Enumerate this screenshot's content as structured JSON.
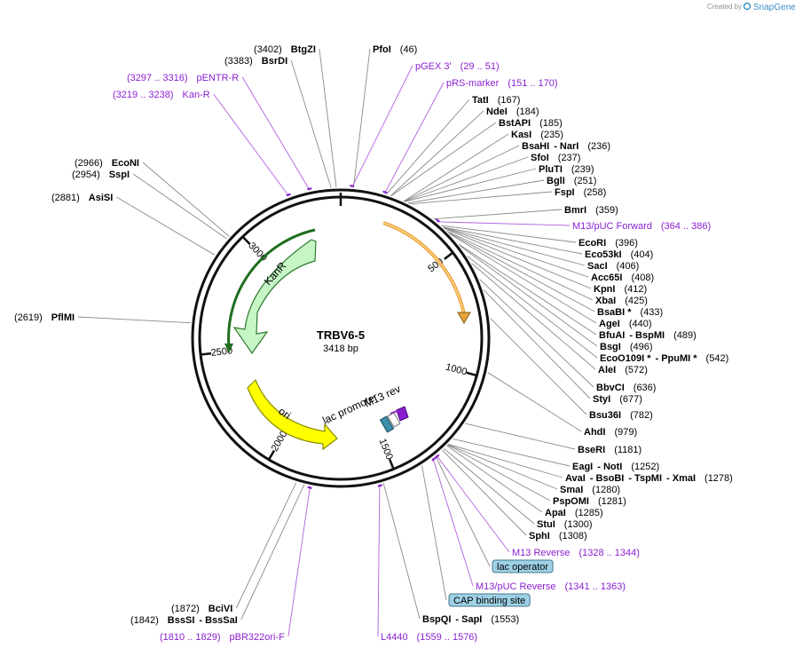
{
  "brand": {
    "created_by": "Created by",
    "name": "SnapGene"
  },
  "plasmid": {
    "name": "TRBV6-5",
    "size_label": "3418 bp",
    "length": 3418
  },
  "ticks": [
    {
      "pos": 500,
      "label": "500"
    },
    {
      "pos": 1000,
      "label": "1000"
    },
    {
      "pos": 1500,
      "label": "1500"
    },
    {
      "pos": 2000,
      "label": "2000"
    },
    {
      "pos": 2500,
      "label": "2500"
    },
    {
      "pos": 3000,
      "label": "3000"
    }
  ],
  "features": [
    {
      "name": "KanR",
      "color": "#c6f5c6",
      "stroke": "#2f7a2f"
    },
    {
      "name": "ori",
      "color": "#ffff00",
      "stroke": "#8a8a00"
    },
    {
      "name": "lac promoter",
      "color": "#3b8fa8"
    },
    {
      "name": "M13 rev",
      "color": "#8a1fd0"
    }
  ],
  "labels": [
    {
      "site": 3402,
      "parts": [
        {
          "t": "(3402)",
          "b": false
        },
        {
          "t": "BtgZI",
          "b": true
        }
      ]
    },
    {
      "site": 3383,
      "parts": [
        {
          "t": "(3383)",
          "b": false
        },
        {
          "t": "BsrDI",
          "b": true
        }
      ]
    },
    {
      "site": 46,
      "parts": [
        {
          "t": "PfoI",
          "b": true
        },
        {
          "t": "(46)",
          "b": false
        }
      ]
    },
    {
      "site": 40,
      "feature": true,
      "parts": [
        {
          "t": "pGEX 3'",
          "b": false
        },
        {
          "t": "(29 .. 51)",
          "b": false
        }
      ]
    },
    {
      "site": 160,
      "feature": true,
      "parts": [
        {
          "t": "pRS-marker",
          "b": false
        },
        {
          "t": "(151 .. 170)",
          "b": false
        }
      ]
    },
    {
      "site": 3306,
      "feature": true,
      "parts": [
        {
          "t": "(3297 .. 3316)",
          "b": false
        },
        {
          "t": "pENTR-R",
          "b": false
        }
      ]
    },
    {
      "site": 3228,
      "feature": true,
      "parts": [
        {
          "t": "(3219 .. 3238)",
          "b": false
        },
        {
          "t": "Kan-R",
          "b": false
        }
      ]
    },
    {
      "site": 167,
      "parts": [
        {
          "t": "TatI",
          "b": true
        },
        {
          "t": "(167)",
          "b": false
        }
      ]
    },
    {
      "site": 184,
      "parts": [
        {
          "t": "NdeI",
          "b": true
        },
        {
          "t": "(184)",
          "b": false
        }
      ]
    },
    {
      "site": 185,
      "parts": [
        {
          "t": "BstAPI",
          "b": true
        },
        {
          "t": "(185)",
          "b": false
        }
      ]
    },
    {
      "site": 235,
      "parts": [
        {
          "t": "KasI",
          "b": true
        },
        {
          "t": "(235)",
          "b": false
        }
      ]
    },
    {
      "site": 236,
      "parts": [
        {
          "t": "BsaHI",
          "b": true
        },
        {
          "t": "- NarI",
          "b": true
        },
        {
          "t": "(236)",
          "b": false
        }
      ]
    },
    {
      "site": 237,
      "parts": [
        {
          "t": "SfoI",
          "b": true
        },
        {
          "t": "(237)",
          "b": false
        }
      ]
    },
    {
      "site": 239,
      "parts": [
        {
          "t": "PluTI",
          "b": true
        },
        {
          "t": "(239)",
          "b": false
        }
      ]
    },
    {
      "site": 251,
      "parts": [
        {
          "t": "BglI",
          "b": true
        },
        {
          "t": "(251)",
          "b": false
        }
      ]
    },
    {
      "site": 258,
      "parts": [
        {
          "t": "FspI",
          "b": true
        },
        {
          "t": "(258)",
          "b": false
        }
      ]
    },
    {
      "site": 2966,
      "parts": [
        {
          "t": "(2966)",
          "b": false
        },
        {
          "t": "EcoNI",
          "b": true
        }
      ]
    },
    {
      "site": 2954,
      "parts": [
        {
          "t": "(2954)",
          "b": false
        },
        {
          "t": "SspI",
          "b": true
        }
      ]
    },
    {
      "site": 2881,
      "parts": [
        {
          "t": "(2881)",
          "b": false
        },
        {
          "t": "AsiSI",
          "b": true
        }
      ]
    },
    {
      "site": 359,
      "parts": [
        {
          "t": "BmrI",
          "b": true
        },
        {
          "t": "(359)",
          "b": false
        }
      ]
    },
    {
      "site": 375,
      "feature": true,
      "parts": [
        {
          "t": "M13/pUC Forward",
          "b": false
        },
        {
          "t": "(364 .. 386)",
          "b": false
        }
      ]
    },
    {
      "site": 396,
      "parts": [
        {
          "t": "EcoRI",
          "b": true
        },
        {
          "t": "(396)",
          "b": false
        }
      ]
    },
    {
      "site": 404,
      "parts": [
        {
          "t": "Eco53kI",
          "b": true
        },
        {
          "t": "(404)",
          "b": false
        }
      ]
    },
    {
      "site": 406,
      "parts": [
        {
          "t": "SacI",
          "b": true
        },
        {
          "t": "(406)",
          "b": false
        }
      ]
    },
    {
      "site": 408,
      "parts": [
        {
          "t": "Acc65I",
          "b": true
        },
        {
          "t": "(408)",
          "b": false
        }
      ]
    },
    {
      "site": 412,
      "parts": [
        {
          "t": "KpnI",
          "b": true
        },
        {
          "t": "(412)",
          "b": false
        }
      ]
    },
    {
      "site": 425,
      "parts": [
        {
          "t": "XbaI",
          "b": true
        },
        {
          "t": "(425)",
          "b": false
        }
      ]
    },
    {
      "site": 433,
      "parts": [
        {
          "t": "BsaBI *",
          "b": true
        },
        {
          "t": "(433)",
          "b": false
        }
      ]
    },
    {
      "site": 440,
      "parts": [
        {
          "t": "AgeI",
          "b": true
        },
        {
          "t": "(440)",
          "b": false
        }
      ]
    },
    {
      "site": 489,
      "parts": [
        {
          "t": "BfuAI",
          "b": true
        },
        {
          "t": "- BspMI",
          "b": true
        },
        {
          "t": "(489)",
          "b": false
        }
      ]
    },
    {
      "site": 496,
      "parts": [
        {
          "t": "BsgI",
          "b": true
        },
        {
          "t": "(496)",
          "b": false
        }
      ]
    },
    {
      "site": 542,
      "parts": [
        {
          "t": "EcoO109I *",
          "b": true
        },
        {
          "t": "- PpuMI *",
          "b": true
        },
        {
          "t": "(542)",
          "b": false
        }
      ]
    },
    {
      "site": 572,
      "parts": [
        {
          "t": "AleI",
          "b": true
        },
        {
          "t": "(572)",
          "b": false
        }
      ]
    },
    {
      "site": 2619,
      "parts": [
        {
          "t": "(2619)",
          "b": false
        },
        {
          "t": "PflMI",
          "b": true
        }
      ]
    },
    {
      "site": 636,
      "parts": [
        {
          "t": "BbvCI",
          "b": true
        },
        {
          "t": "(636)",
          "b": false
        }
      ]
    },
    {
      "site": 677,
      "parts": [
        {
          "t": "StyI",
          "b": true
        },
        {
          "t": "(677)",
          "b": false
        }
      ]
    },
    {
      "site": 782,
      "parts": [
        {
          "t": "Bsu36I",
          "b": true
        },
        {
          "t": "(782)",
          "b": false
        }
      ]
    },
    {
      "site": 979,
      "parts": [
        {
          "t": "AhdI",
          "b": true
        },
        {
          "t": "(979)",
          "b": false
        }
      ]
    },
    {
      "site": 1181,
      "parts": [
        {
          "t": "BseRI",
          "b": true
        },
        {
          "t": "(1181)",
          "b": false
        }
      ]
    },
    {
      "site": 1252,
      "parts": [
        {
          "t": "EagI",
          "b": true
        },
        {
          "t": "- NotI",
          "b": true
        },
        {
          "t": "(1252)",
          "b": false
        }
      ]
    },
    {
      "site": 1278,
      "parts": [
        {
          "t": "AvaI",
          "b": true
        },
        {
          "t": "- BsoBI",
          "b": true
        },
        {
          "t": "- TspMI",
          "b": true
        },
        {
          "t": "- XmaI",
          "b": true
        },
        {
          "t": "(1278)",
          "b": false
        }
      ]
    },
    {
      "site": 1280,
      "parts": [
        {
          "t": "SmaI",
          "b": true
        },
        {
          "t": "(1280)",
          "b": false
        }
      ]
    },
    {
      "site": 1281,
      "parts": [
        {
          "t": "PspOMI",
          "b": true
        },
        {
          "t": "(1281)",
          "b": false
        }
      ]
    },
    {
      "site": 1285,
      "parts": [
        {
          "t": "ApaI",
          "b": true
        },
        {
          "t": "(1285)",
          "b": false
        }
      ]
    },
    {
      "site": 1300,
      "parts": [
        {
          "t": "StuI",
          "b": true
        },
        {
          "t": "(1300)",
          "b": false
        }
      ]
    },
    {
      "site": 1308,
      "parts": [
        {
          "t": "SphI",
          "b": true
        },
        {
          "t": "(1308)",
          "b": false
        }
      ]
    },
    {
      "site": 1336,
      "feature": true,
      "parts": [
        {
          "t": "M13 Reverse",
          "b": false
        },
        {
          "t": "(1328 .. 1344)",
          "b": false
        }
      ]
    },
    {
      "site": 1340,
      "boxed": true,
      "parts": [
        {
          "t": "lac operator",
          "b": false
        }
      ]
    },
    {
      "site": 1352,
      "feature": true,
      "parts": [
        {
          "t": "M13/pUC Reverse",
          "b": false
        },
        {
          "t": "(1341 .. 1363)",
          "b": false
        }
      ]
    },
    {
      "site": 1400,
      "boxed": true,
      "parts": [
        {
          "t": "CAP binding site",
          "b": false
        }
      ]
    },
    {
      "site": 1553,
      "parts": [
        {
          "t": "BspQI",
          "b": true
        },
        {
          "t": "- SapI",
          "b": true
        },
        {
          "t": "(1553)",
          "b": false
        }
      ]
    },
    {
      "site": 1567,
      "feature": true,
      "parts": [
        {
          "t": "L4440",
          "b": false
        },
        {
          "t": "(1559 .. 1576)",
          "b": false
        }
      ]
    },
    {
      "site": 1872,
      "parts": [
        {
          "t": "(1872)",
          "b": false
        },
        {
          "t": "BciVI",
          "b": true
        }
      ]
    },
    {
      "site": 1842,
      "parts": [
        {
          "t": "(1842)",
          "b": false
        },
        {
          "t": "BssSI",
          "b": true
        },
        {
          "t": "- BssSaI",
          "b": true
        }
      ]
    },
    {
      "site": 1820,
      "feature": true,
      "parts": [
        {
          "t": "(1810 .. 1829)",
          "b": false
        },
        {
          "t": "pBR322ori-F",
          "b": false
        }
      ]
    }
  ]
}
